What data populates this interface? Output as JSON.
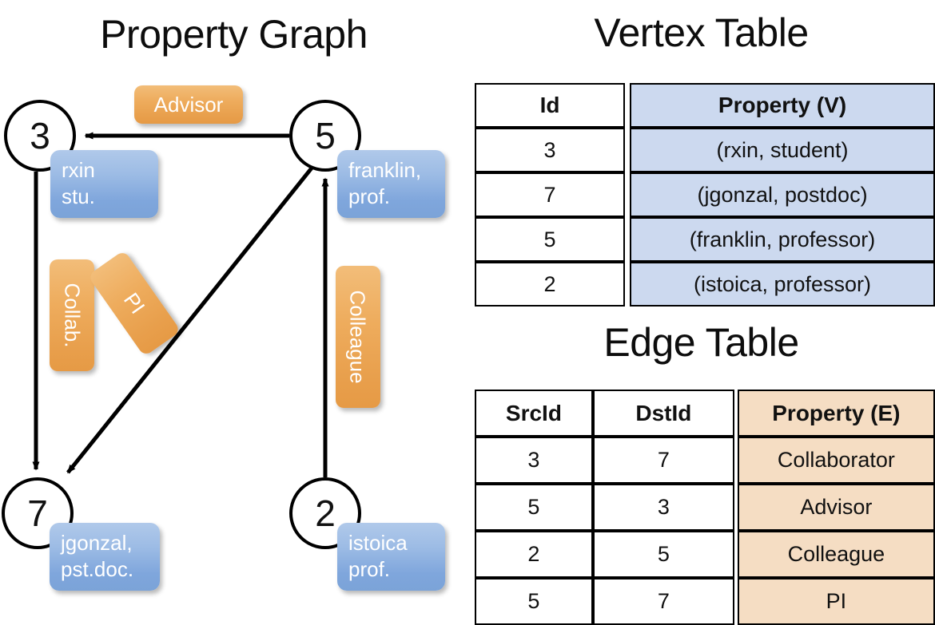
{
  "titles": {
    "property_graph": "Property Graph",
    "vertex_table": "Vertex Table",
    "edge_table": "Edge Table"
  },
  "graph": {
    "nodes": [
      {
        "id": "3",
        "name": "node-3",
        "property_lines": [
          "rxin",
          "stu."
        ]
      },
      {
        "id": "5",
        "name": "node-5",
        "property_lines": [
          "franklin,",
          "prof."
        ]
      },
      {
        "id": "7",
        "name": "node-7",
        "property_lines": [
          "jgonzal,",
          "pst.doc."
        ]
      },
      {
        "id": "2",
        "name": "node-2",
        "property_lines": [
          "istoica",
          "prof."
        ]
      }
    ],
    "node_props": {
      "rxin_line1": "rxin",
      "rxin_line2": "stu.",
      "franklin_line1": "franklin,",
      "franklin_line2": "prof.",
      "jgonzal_line1": "jgonzal,",
      "jgonzal_line2": "pst.doc.",
      "istoica_line1": "istoica",
      "istoica_line2": "prof."
    },
    "edge_labels": {
      "advisor": "Advisor",
      "collab": "Collab.",
      "pi": "PI",
      "colleague": "Colleague"
    },
    "edges": [
      {
        "from": "5",
        "to": "3",
        "label": "Advisor"
      },
      {
        "from": "3",
        "to": "7",
        "label": "Collab."
      },
      {
        "from": "5",
        "to": "7",
        "label": "PI"
      },
      {
        "from": "2",
        "to": "5",
        "label": "Colleague"
      }
    ]
  },
  "vertex_table": {
    "headers": [
      "Id",
      "Property (V)"
    ],
    "rows": [
      {
        "id": "3",
        "property": "(rxin, student)"
      },
      {
        "id": "7",
        "property": "(jgonzal, postdoc)"
      },
      {
        "id": "5",
        "property": "(franklin, professor)"
      },
      {
        "id": "2",
        "property": "(istoica, professor)"
      }
    ]
  },
  "edge_table": {
    "headers": [
      "SrcId",
      "DstId",
      "Property (E)"
    ],
    "rows": [
      {
        "src": "3",
        "dst": "7",
        "property": "Collaborator"
      },
      {
        "src": "5",
        "dst": "3",
        "property": "Advisor"
      },
      {
        "src": "2",
        "dst": "5",
        "property": "Colleague"
      },
      {
        "src": "5",
        "dst": "7",
        "property": "PI"
      }
    ]
  },
  "colors": {
    "vertex_property_fill": "#ccd9ef",
    "edge_property_fill": "#f5ddc3",
    "node_callout_blue": "#7fa6dc",
    "edge_callout_orange": "#eeac5d",
    "stroke": "#000000",
    "background": "#ffffff"
  }
}
